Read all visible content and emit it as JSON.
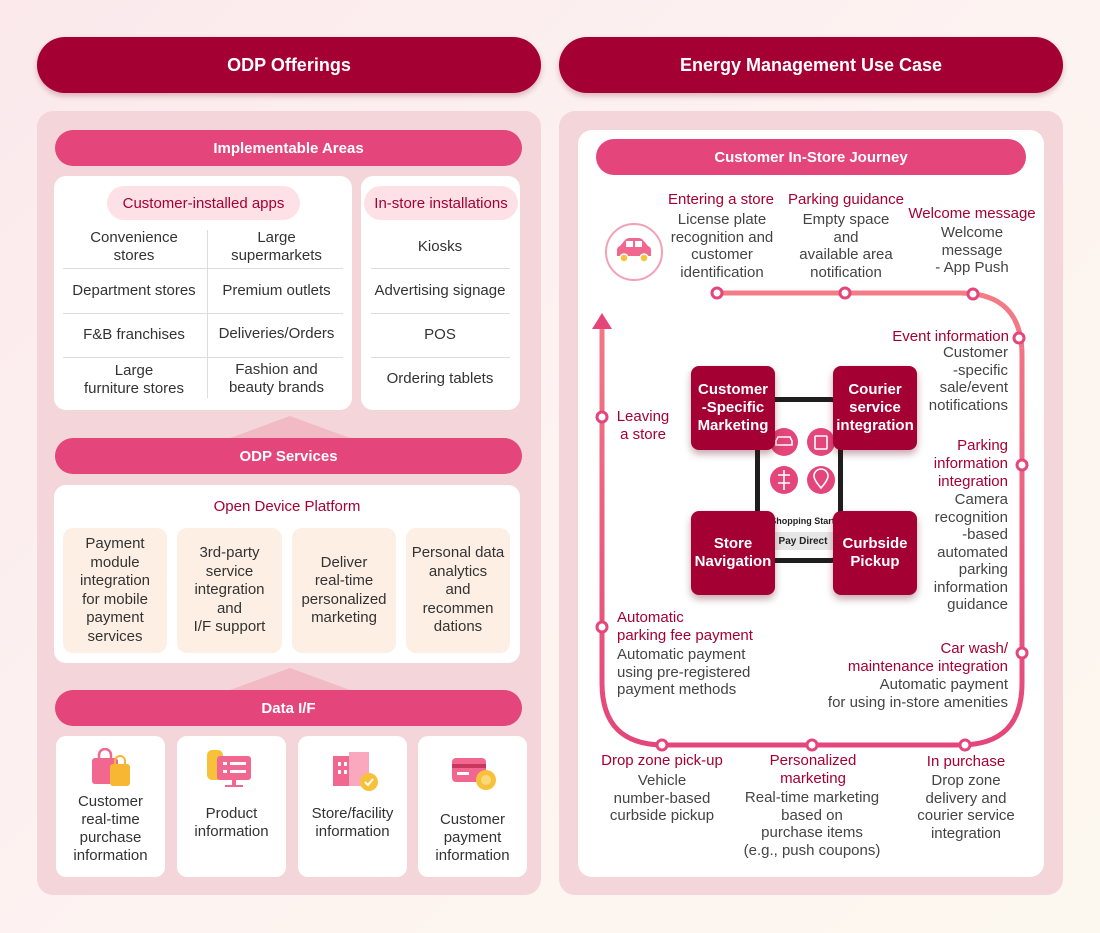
{
  "headers": {
    "left": "ODP Offerings",
    "right": "Energy Management Use Case"
  },
  "implementable": {
    "title": "Implementable Areas",
    "apps_title": "Customer-installed apps",
    "apps": [
      "Convenience\nstores",
      "Large\nsupermarkets",
      "Department stores",
      "Premium outlets",
      "F&B franchises",
      "Deliveries/Orders",
      "Large\nfurniture stores",
      "Fashion and\nbeauty brands"
    ],
    "instore_title": "In-store installations",
    "instore": [
      "Kiosks",
      "Advertising signage",
      "POS",
      "Ordering tablets"
    ]
  },
  "services": {
    "title": "ODP Services",
    "platform": "Open Device Platform",
    "items": [
      "Payment\nmodule\nintegration\nfor mobile\npayment\nservices",
      "3rd-party\nservice\nintegration\nand\nI/F support",
      "Deliver\nreal-time\npersonalized\nmarketing",
      "Personal data\nanalytics\nand\nrecommen\ndations"
    ]
  },
  "data_if": {
    "title": "Data I/F",
    "items": [
      {
        "label": "Customer\nreal-time\npurchase\ninformation",
        "icon": "shopping-bag-icon"
      },
      {
        "label": "Product\ninformation",
        "icon": "product-list-icon"
      },
      {
        "label": "Store/facility\ninformation",
        "icon": "building-icon"
      },
      {
        "label": "Customer\npayment\ninformation",
        "icon": "credit-card-icon"
      }
    ]
  },
  "journey": {
    "title": "Customer In-Store Journey",
    "steps": {
      "entering": {
        "title": "Entering a store",
        "desc": "License plate\nrecognition and\ncustomer\nidentification"
      },
      "parking_guidance": {
        "title": "Parking guidance",
        "desc": "Empty space\nand\navailable area\nnotification"
      },
      "welcome": {
        "title": "Welcome message",
        "desc": "Welcome\nmessage\n- App Push"
      },
      "event": {
        "title": "Event information",
        "desc": "Customer\n-specific\nsale/event\nnotifications"
      },
      "parking_info": {
        "title": "Parking\ninformation\nintegration",
        "desc": "Camera\nrecognition\n-based\nautomated\nparking\ninformation\nguidance"
      },
      "carwash": {
        "title": "Car wash/\nmaintenance integration",
        "desc": "Automatic payment\nfor using in-store amenities"
      },
      "in_purchase": {
        "title": "In purchase",
        "desc": "Drop zone\ndelivery and\ncourier service\nintegration"
      },
      "personalized": {
        "title": "Personalized\nmarketing",
        "desc": "Real-time marketing\nbased on\npurchase items\n(e.g., push coupons)"
      },
      "dropzone": {
        "title": "Drop zone pick-up",
        "desc": "Vehicle\nnumber-based\ncurbside pickup"
      },
      "auto_fee": {
        "title": "Automatic\nparking fee payment",
        "desc": "Automatic payment\nusing pre-registered\npayment methods"
      },
      "leaving": {
        "title": "Leaving\na store",
        "desc": ""
      }
    },
    "tiles": {
      "marketing": "Customer\n-Specific\nMarketing",
      "courier": "Courier\nservice\nintegration",
      "navigation": "Store\nNavigation",
      "curbside": "Curbside\nPickup"
    },
    "phone": {
      "shopping": "Shopping Start",
      "pay": "Pay Direct"
    }
  },
  "colors": {
    "header": "#a50034",
    "section_pill": "#e4457a",
    "panel": "#f4d6da",
    "service_box": "#fdefe4",
    "journey_track": "#e85a86"
  }
}
